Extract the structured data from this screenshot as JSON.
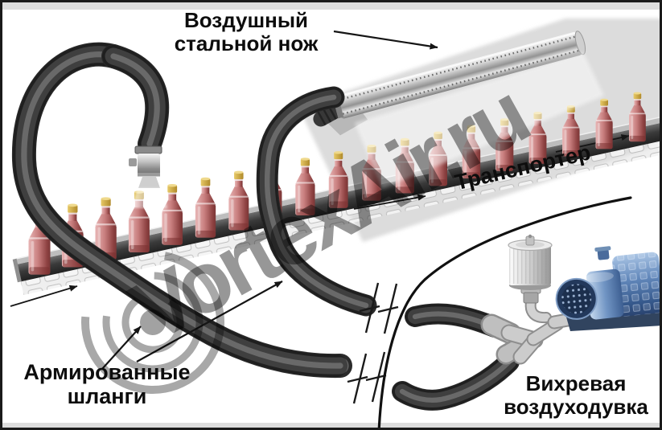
{
  "watermark": {
    "text": "VortexAir.ru"
  },
  "labels": {
    "air_knife": [
      "Воздушный",
      "стальной нож"
    ],
    "conveyor": "Транспортер",
    "hoses": [
      "Армированные",
      "шланги"
    ],
    "blower": [
      "Вихревая",
      "воздуходувка"
    ]
  },
  "conveyor": {
    "bottle_count": 19,
    "direction_arrow_count": 3
  },
  "break_mark_groups": 2,
  "components": [
    "air-steel-knife",
    "conveyor",
    "bottles",
    "armored-hoses",
    "blow-nozzle",
    "break-marks",
    "y-manifold",
    "filter-silencer",
    "vortex-blower",
    "separator-arc"
  ],
  "colors": {
    "line_black": "#151515",
    "band_gray": "#dddddd",
    "backdrop_gray": "#dcdcdc",
    "watermark_gray": "#979797",
    "bottle_light": "#e8b6b6",
    "bottle_mid": "#c87e7e",
    "bottle_dark": "#8e4242",
    "cap_gold_light": "#e7c967",
    "cap_gold_dark": "#b08a2a",
    "hose_dark": "#2b2b2b",
    "hose_mid": "#6a6a6a",
    "metal_light": "#f4f4f4",
    "metal_dark": "#6f6f6f",
    "blower_blue_light": "#a9c4e4",
    "blower_blue": "#4a6fa5",
    "blower_blue_dark": "#2a4470",
    "chain_gray": "#e8e8e8"
  }
}
